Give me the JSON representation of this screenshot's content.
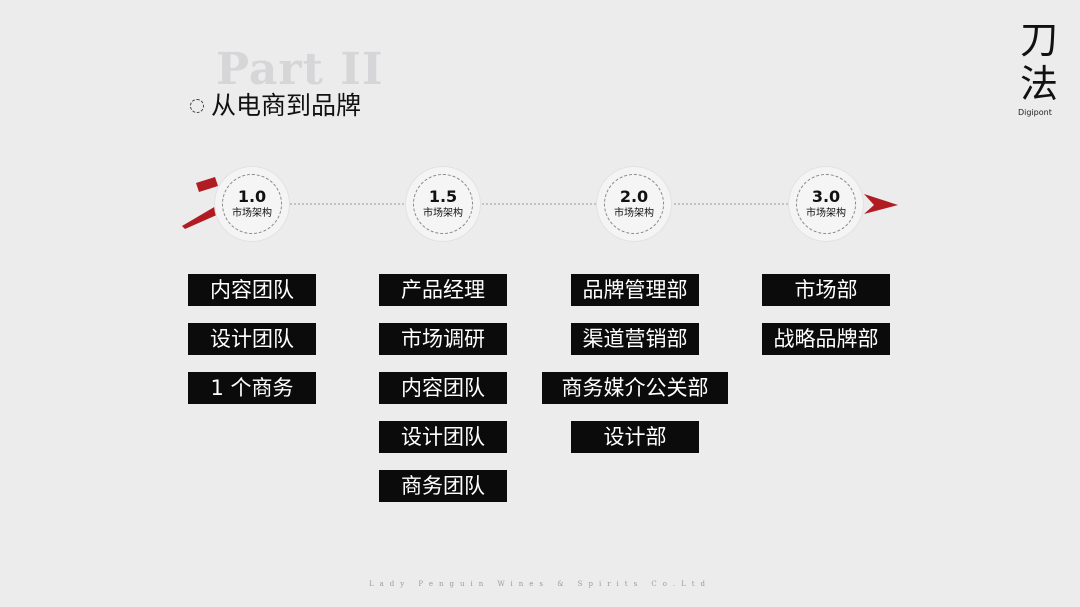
{
  "watermark": "Part II",
  "title": "从电商到品牌",
  "logo": {
    "char1": "刀",
    "char2": "法",
    "sub": "Digipont"
  },
  "stages": [
    {
      "version": "1.0",
      "label": "市场架构",
      "items": [
        "内容团队",
        "设计团队",
        "1 个商务"
      ]
    },
    {
      "version": "1.5",
      "label": "市场架构",
      "items": [
        "产品经理",
        "市场调研",
        "内容团队",
        "设计团队",
        "商务团队"
      ]
    },
    {
      "version": "2.0",
      "label": "市场架构",
      "items": [
        "品牌管理部",
        "渠道营销部",
        "商务媒介公关部",
        "设计部"
      ]
    },
    {
      "version": "3.0",
      "label": "市场架构",
      "items": [
        "市场部",
        "战略品牌部"
      ]
    }
  ],
  "footer": "Lady Penguin Wines & Spirits Co.Ltd",
  "colors": {
    "accent": "#b01c22",
    "tag_bg": "#0b0b0b",
    "background": "#ececed"
  }
}
